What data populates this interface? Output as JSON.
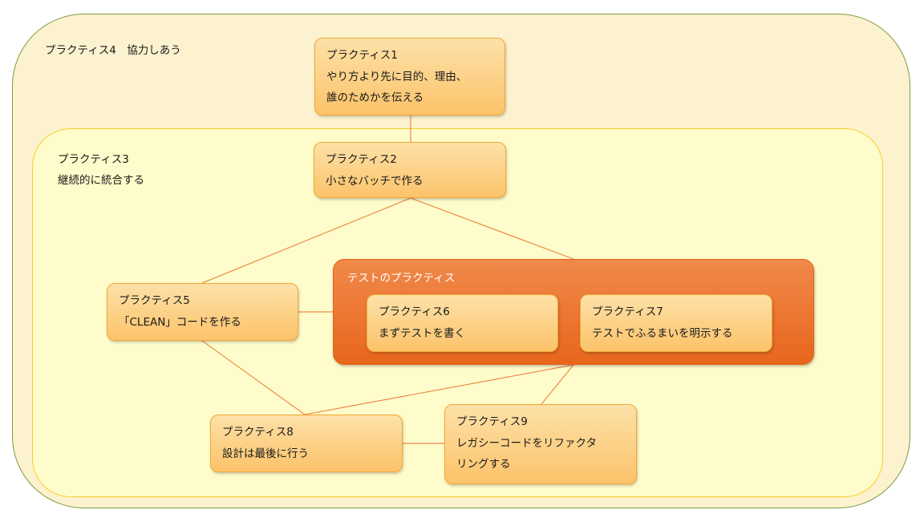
{
  "regions": {
    "outer": {
      "label": "プラクティス4　協力しあう"
    },
    "inner": {
      "label_lines": [
        "プラクティス3",
        "継続的に統合する"
      ]
    },
    "test_group": {
      "label": "テストのプラクティス"
    }
  },
  "boxes": {
    "p1": {
      "title": "プラクティス1",
      "lines": [
        "やり方より先に目的、理由、",
        "誰のためかを伝える"
      ]
    },
    "p2": {
      "title": "プラクティス2",
      "lines": [
        "小さなバッチで作る"
      ]
    },
    "p5": {
      "title": "プラクティス5",
      "lines": [
        "「CLEAN」コードを作る"
      ]
    },
    "p6": {
      "title": "プラクティス6",
      "lines": [
        "まずテストを書く"
      ]
    },
    "p7": {
      "title": "プラクティス7",
      "lines": [
        "テストでふるまいを明示する"
      ]
    },
    "p8": {
      "title": "プラクティス8",
      "lines": [
        "設計は最後に行う"
      ]
    },
    "p9": {
      "title": "プラクティス9",
      "lines": [
        "レガシーコードをリファクタ",
        "リングする"
      ]
    }
  },
  "connections": [
    [
      "p1",
      "p2"
    ],
    [
      "p2",
      "p5"
    ],
    [
      "p2",
      "test_group"
    ],
    [
      "p5",
      "test_group"
    ],
    [
      "p5",
      "p8"
    ],
    [
      "p8",
      "test_group"
    ],
    [
      "p9",
      "test_group"
    ],
    [
      "p8",
      "p9"
    ]
  ],
  "colors": {
    "outer_fill": "#fdf2cf",
    "outer_border": "#7f9a3c",
    "inner_fill": "#fffccb",
    "inner_border": "#f5cf2a",
    "box_fill": "#fcc36a",
    "box_border": "#f0a832",
    "test_group_fill": "#e8661c",
    "connector": "#ec8a4a"
  }
}
